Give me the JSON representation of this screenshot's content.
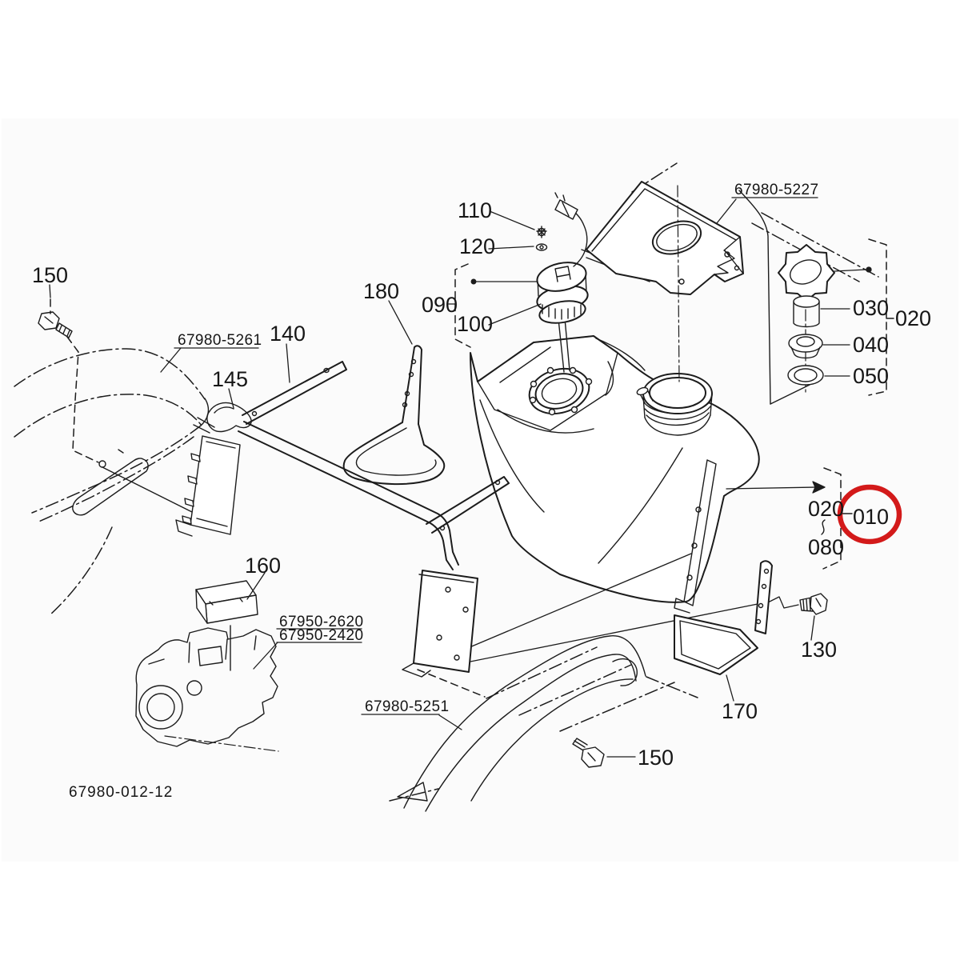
{
  "page": {
    "background": "#ffffff",
    "scan_tint": "#fbfbfb",
    "ink_color": "#1c1c1c",
    "highlight_color": "#d31a1a"
  },
  "diagram": {
    "drawing_code": "67980-012-12",
    "highlighted_callout": "010",
    "callouts": [
      {
        "id": "150-upper",
        "text": "150"
      },
      {
        "id": "110",
        "text": "110"
      },
      {
        "id": "120",
        "text": "120"
      },
      {
        "id": "090",
        "text": "090"
      },
      {
        "id": "100",
        "text": "100"
      },
      {
        "id": "140",
        "text": "140"
      },
      {
        "id": "145",
        "text": "145"
      },
      {
        "id": "180",
        "text": "180"
      },
      {
        "id": "030",
        "text": "030"
      },
      {
        "id": "040",
        "text": "040"
      },
      {
        "id": "050",
        "text": "050"
      },
      {
        "id": "020-cap-group",
        "text": "020"
      },
      {
        "id": "020-tank",
        "text": "020"
      },
      {
        "id": "080",
        "text": "080"
      },
      {
        "id": "010",
        "text": "010"
      },
      {
        "id": "160",
        "text": "160"
      },
      {
        "id": "130",
        "text": "130"
      },
      {
        "id": "170",
        "text": "170"
      },
      {
        "id": "150-lower",
        "text": "150"
      }
    ],
    "part_numbers": [
      {
        "id": "67980-5227",
        "text": "67980-5227"
      },
      {
        "id": "67980-5261",
        "text": "67980-5261"
      },
      {
        "id": "67950-2620",
        "text": "67950-2620"
      },
      {
        "id": "67950-2420",
        "text": "67950-2420"
      },
      {
        "id": "67980-5251",
        "text": "67980-5251"
      }
    ]
  }
}
